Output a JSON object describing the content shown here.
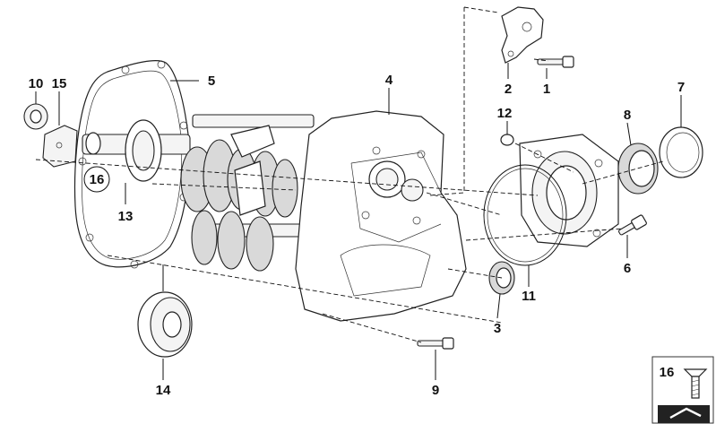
{
  "callouts": {
    "c1": "1",
    "c2": "2",
    "c3": "3",
    "c4": "4",
    "c5": "5",
    "c6": "6",
    "c7": "7",
    "c8": "8",
    "c9": "9",
    "c10": "10",
    "c11": "11",
    "c12": "12",
    "c13": "13",
    "c14": "14",
    "c15": "15",
    "c16": "16"
  },
  "legend": {
    "number": "16"
  }
}
